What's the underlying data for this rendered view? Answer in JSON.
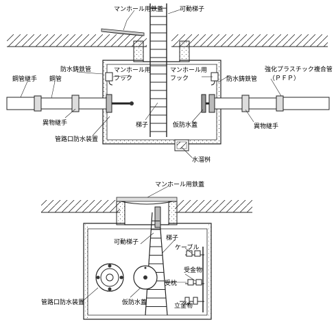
{
  "top_view": {
    "labels": {
      "manhole_cover": "マンホール用鉄蓋",
      "movable_ladder": "可動梯子",
      "steel_joint": "鋼管継手",
      "steel_pipe": "鋼管",
      "waterproof_cast_left": "防水鋳鉄管",
      "hook_left_1": "マンホール用",
      "hook_left_2": "フック",
      "hook_right_1": "マンホール用",
      "hook_right_2": "フック",
      "waterproof_cast_right": "防水鋳鉄管",
      "frp_pipe": "強化プラスチック複合管",
      "pfp": "（ＰＦＰ）",
      "diff_joint_left": "異物継手",
      "ladder": "梯子",
      "temp_cover": "仮防水蓋",
      "diff_joint_right": "異物継手",
      "duct_waterproof": "管路口防水装置",
      "drain_sump": "水溜桝"
    }
  },
  "bottom_view": {
    "labels": {
      "manhole_cover": "マンホール用鉄蓋",
      "movable_ladder": "可動梯子",
      "ladder": "梯子",
      "cable": "ケーブル",
      "support_metal": "受金物",
      "receiving_post": "受枕",
      "standing_metal": "立金物",
      "duct_waterproof": "管路口防水装置",
      "temp_cover": "仮防水蓋"
    }
  }
}
